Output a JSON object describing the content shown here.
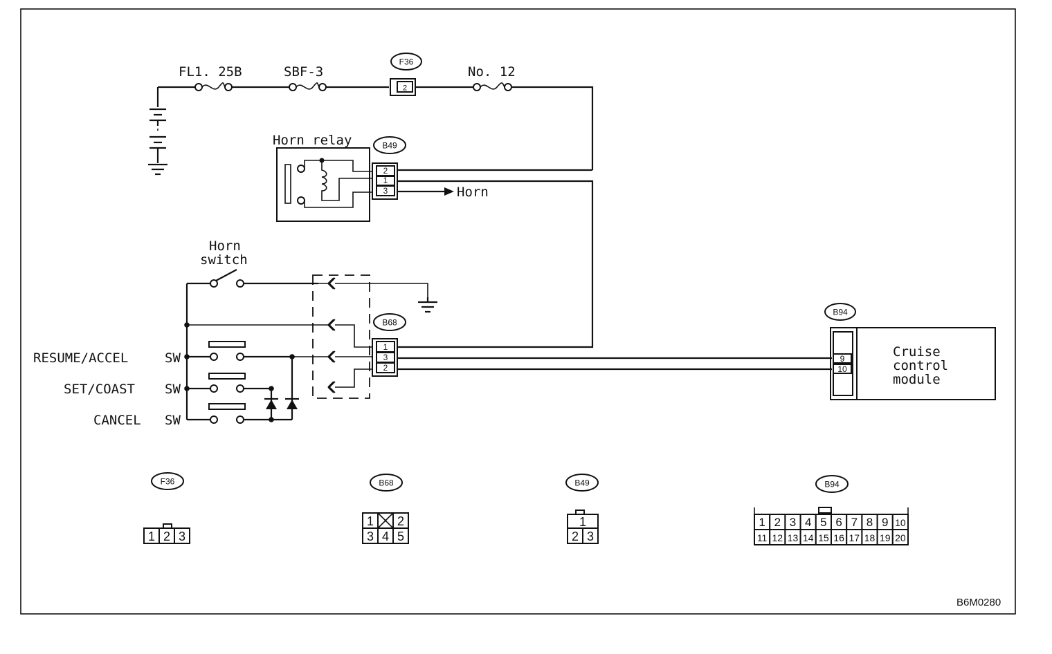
{
  "labels": {
    "fuse_main": "FL1. 25B",
    "fuse_sbf": "SBF-3",
    "fuse_no12": "No. 12",
    "horn_relay": "Horn relay",
    "horn_output": "Horn",
    "horn_switch_line1": "Horn",
    "horn_switch_line2": "switch",
    "resume_accel": "RESUME/ACCEL",
    "set_coast": "SET/COAST",
    "cancel": "CANCEL",
    "sw": "SW",
    "module_line1": "Cruise",
    "module_line2": "control",
    "module_line3": "module",
    "figure_code": "B6M0280"
  },
  "connector_tags": {
    "f36": "F36",
    "b49": "B49",
    "b68": "B68",
    "b94": "B94"
  },
  "pins": {
    "f36_main": "2",
    "b49": [
      "2",
      "1",
      "3"
    ],
    "b68": [
      "1",
      "3",
      "2"
    ],
    "b94": [
      "9",
      "10"
    ]
  },
  "connector_faces": {
    "f36": [
      "1",
      "2",
      "3"
    ],
    "b68_top": [
      "1",
      "",
      "2"
    ],
    "b68_bottom": [
      "3",
      "4",
      "5"
    ],
    "b49_top": [
      "1"
    ],
    "b49_bottom": [
      "2",
      "3"
    ],
    "b94_top": [
      "1",
      "2",
      "3",
      "4",
      "5",
      "6",
      "7",
      "8",
      "9",
      "10"
    ],
    "b94_bottom": [
      "11",
      "12",
      "13",
      "14",
      "15",
      "16",
      "17",
      "18",
      "19",
      "20"
    ]
  }
}
